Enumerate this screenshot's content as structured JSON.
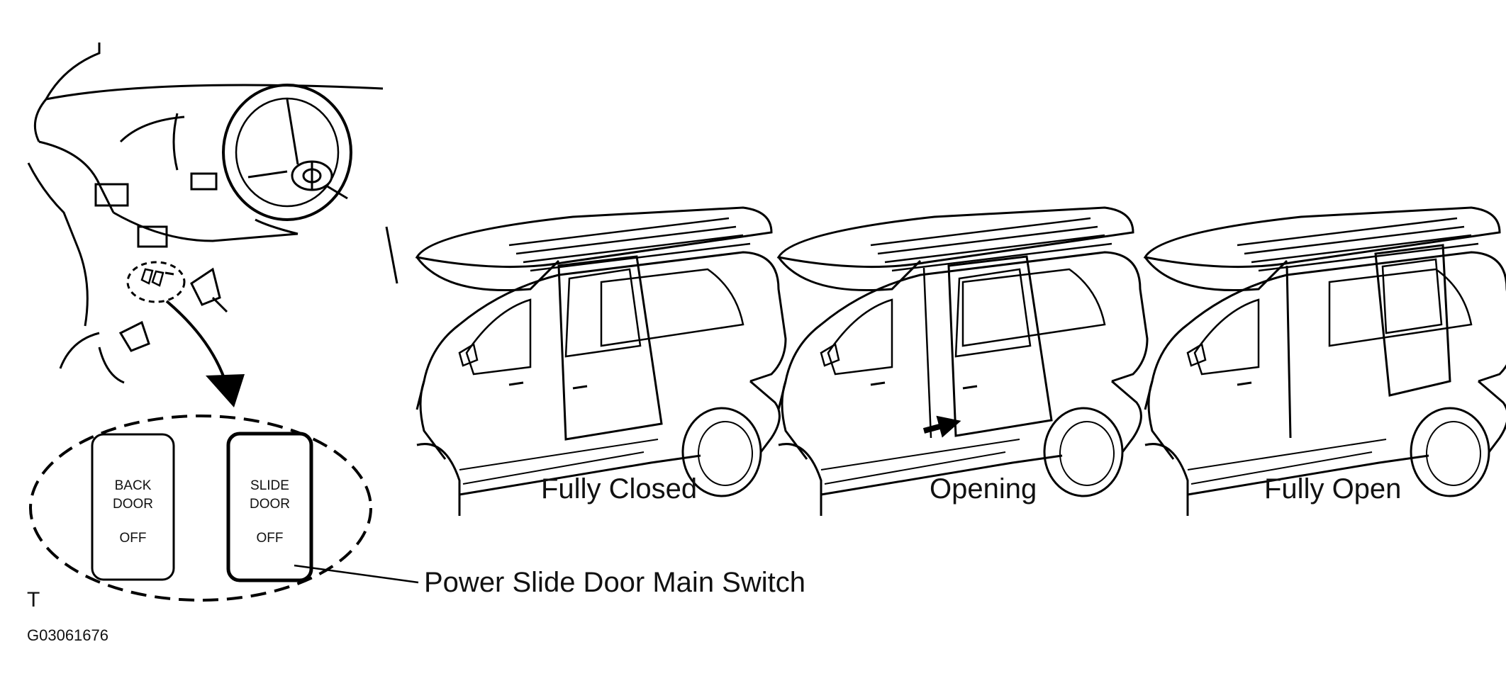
{
  "switch_panel": {
    "back_door": {
      "line1": "BACK",
      "line2": "DOOR",
      "state": "OFF"
    },
    "slide_door": {
      "line1": "SLIDE",
      "line2": "DOOR",
      "state": "OFF"
    }
  },
  "callout_label": "Power Slide Door Main Switch",
  "captions": {
    "fully_closed": "Fully Closed",
    "opening": "Opening",
    "fully_open": "Fully Open"
  },
  "corner_mark": "T",
  "figure_id": "G03061676"
}
